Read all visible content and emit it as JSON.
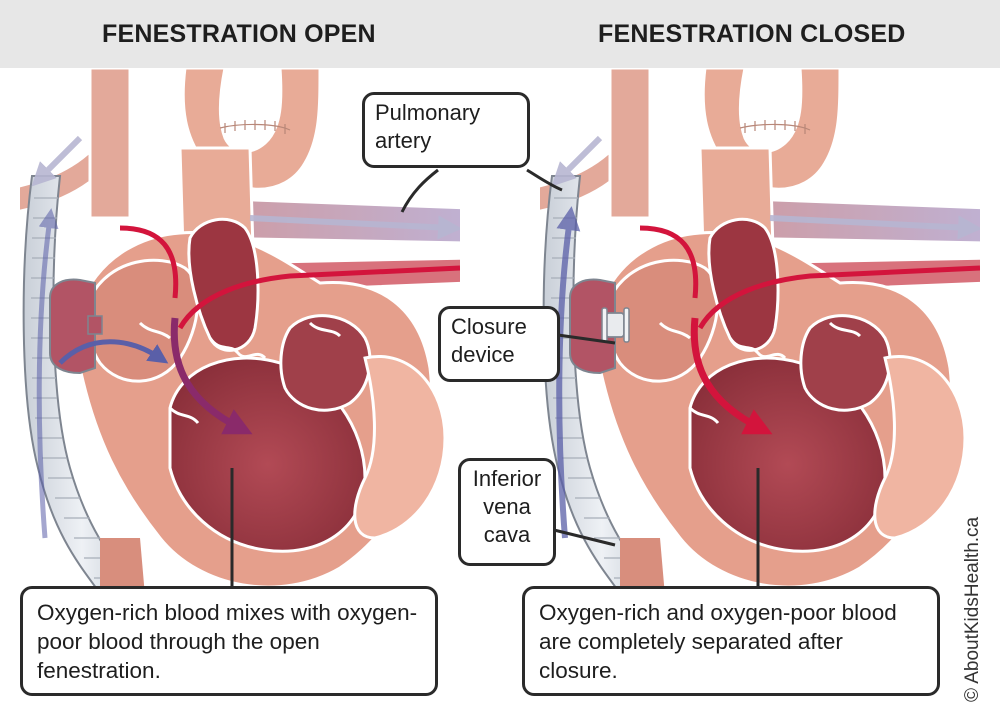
{
  "panels": {
    "left": {
      "title": "FENESTRATION OPEN",
      "caption": "Oxygen-rich blood mixes with oxygen-poor blood through the open fenestration."
    },
    "right": {
      "title": "FENESTRATION CLOSED",
      "caption": "Oxygen-rich and oxygen-poor blood are completely separated after closure."
    }
  },
  "labels": {
    "pulmonary_artery": "Pulmonary artery",
    "closure_device": "Closure device",
    "inferior_vena_cava": "Inferior vena cava"
  },
  "credit": "© AboutKidsHealth.ca",
  "colors": {
    "oxygen_rich": "#d3143c",
    "oxygen_poor": "#5a5fa8",
    "mixed": "#8a2a6a",
    "tissue": "#e4a08c",
    "chamber": "#9a3a44"
  }
}
